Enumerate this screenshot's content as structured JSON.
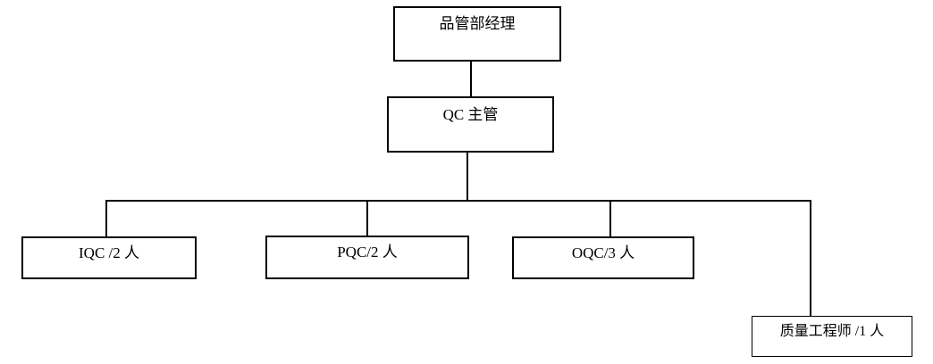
{
  "diagram": {
    "type": "org-chart",
    "nodes": {
      "manager": {
        "label": "品管部经理"
      },
      "qc_supervisor": {
        "label": "QC 主管"
      },
      "iqc": {
        "label": "IQC /2 人"
      },
      "pqc": {
        "label": "PQC/2 人"
      },
      "oqc": {
        "label": "OQC/3 人"
      },
      "quality_engineer": {
        "label": "质量工程师 /1 人"
      }
    },
    "edges": [
      {
        "from": "manager",
        "to": "qc_supervisor"
      },
      {
        "from": "qc_supervisor",
        "to": "iqc"
      },
      {
        "from": "qc_supervisor",
        "to": "pqc"
      },
      {
        "from": "qc_supervisor",
        "to": "oqc"
      },
      {
        "from": "qc_supervisor",
        "to": "quality_engineer"
      }
    ],
    "colors": {
      "background": "#ffffff",
      "line": "#000000",
      "text": "#000000"
    }
  }
}
